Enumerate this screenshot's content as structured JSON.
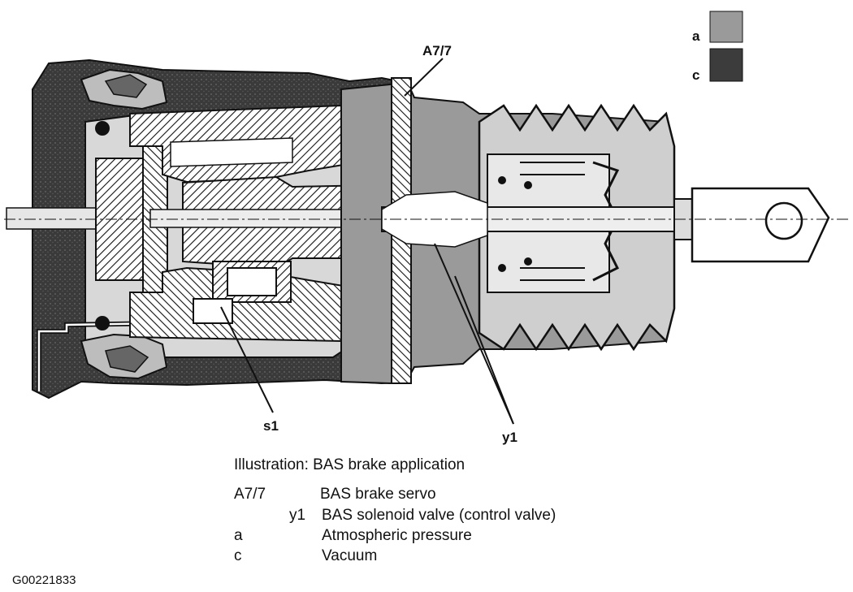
{
  "callouts": {
    "a7_7": "A7/7",
    "s1": "s1",
    "y1": "y1"
  },
  "legend_swatches": {
    "a": {
      "label": "a",
      "color": "#9a9a9a"
    },
    "c": {
      "label": "c",
      "color": "#3c3c3c"
    }
  },
  "caption": "Illustration: BAS brake application",
  "key": [
    {
      "code": "A7/7",
      "description": "BAS brake servo"
    },
    {
      "code": "y1",
      "description": "BAS solenoid valve (control valve)"
    },
    {
      "code": "a",
      "description": "Atmospheric pressure"
    },
    {
      "code": "c",
      "description": "Vacuum"
    }
  ],
  "figure_id": "G00221833"
}
